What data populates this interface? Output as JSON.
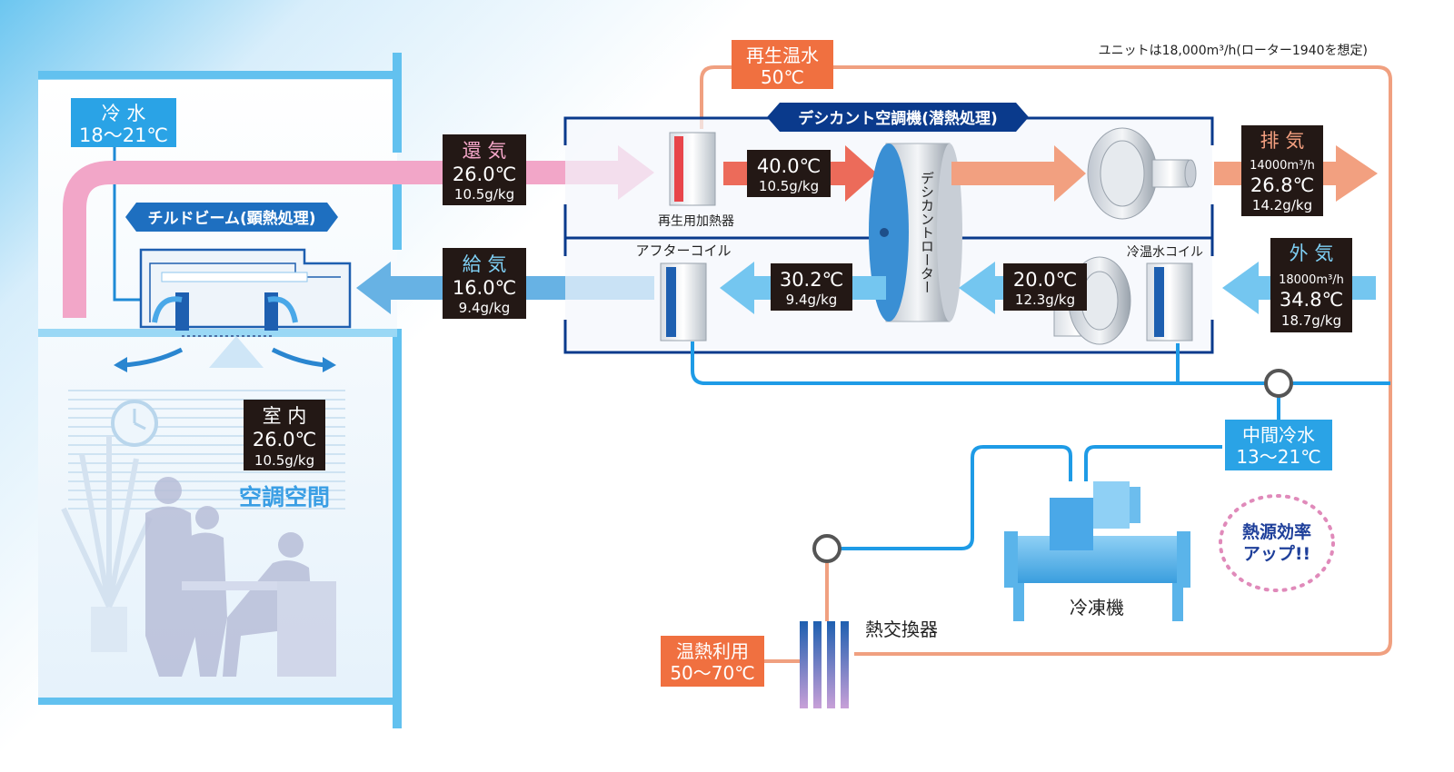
{
  "note": "ユニットは18,000m³/h(ローター1940を想定)",
  "cold_water": {
    "label": "冷 水",
    "range": "18～21℃"
  },
  "chilled_beam": {
    "label": "チルドビーム(顕熱処理)"
  },
  "room": {
    "label": "室 内",
    "temp": "26.0℃",
    "humidity": "10.5g/kg",
    "space_label": "空調空間"
  },
  "return_air": {
    "label": "還 気",
    "temp": "26.0℃",
    "humidity": "10.5g/kg"
  },
  "supply_air": {
    "label": "給 気",
    "temp": "16.0℃",
    "humidity": "9.4g/kg"
  },
  "regen_hot_water": {
    "label": "再生温水",
    "temp": "50℃"
  },
  "desiccant_unit": {
    "label": "デシカント空調機(潜熱処理)"
  },
  "regen_heater": {
    "label": "再生用加熱器"
  },
  "after_heater_air": {
    "temp": "40.0℃",
    "humidity": "10.5g/kg"
  },
  "rotor": {
    "label": "デシカントローター"
  },
  "exhaust": {
    "label": "排 気",
    "flow": "14000m³/h",
    "temp": "26.8℃",
    "humidity": "14.2g/kg"
  },
  "after_coil": {
    "label": "アフターコイル"
  },
  "after_rotor_air": {
    "temp": "30.2℃",
    "humidity": "9.4g/kg"
  },
  "after_coil_air": {
    "temp": "20.0℃",
    "humidity": "12.3g/kg"
  },
  "cooling_coil": {
    "label": "冷温水コイル"
  },
  "outside_air": {
    "label": "外 気",
    "flow": "18000m³/h",
    "temp": "34.8℃",
    "humidity": "18.7g/kg"
  },
  "mid_chilled_water": {
    "label": "中間冷水",
    "range": "13～21℃"
  },
  "chiller": {
    "label": "冷凍機"
  },
  "efficiency": {
    "line1": "熱源効率",
    "line2": "アップ!!"
  },
  "heat_exchanger": {
    "label": "熱交換器"
  },
  "heat_use": {
    "label": "温熱利用",
    "range": "50～70℃"
  },
  "colors": {
    "navy": "#0a3a8c",
    "pink": "#f2a0c0",
    "salmon": "#f0a080",
    "blue": "#4aa8e8",
    "orange": "#f07040",
    "dark_box": "#231815"
  }
}
